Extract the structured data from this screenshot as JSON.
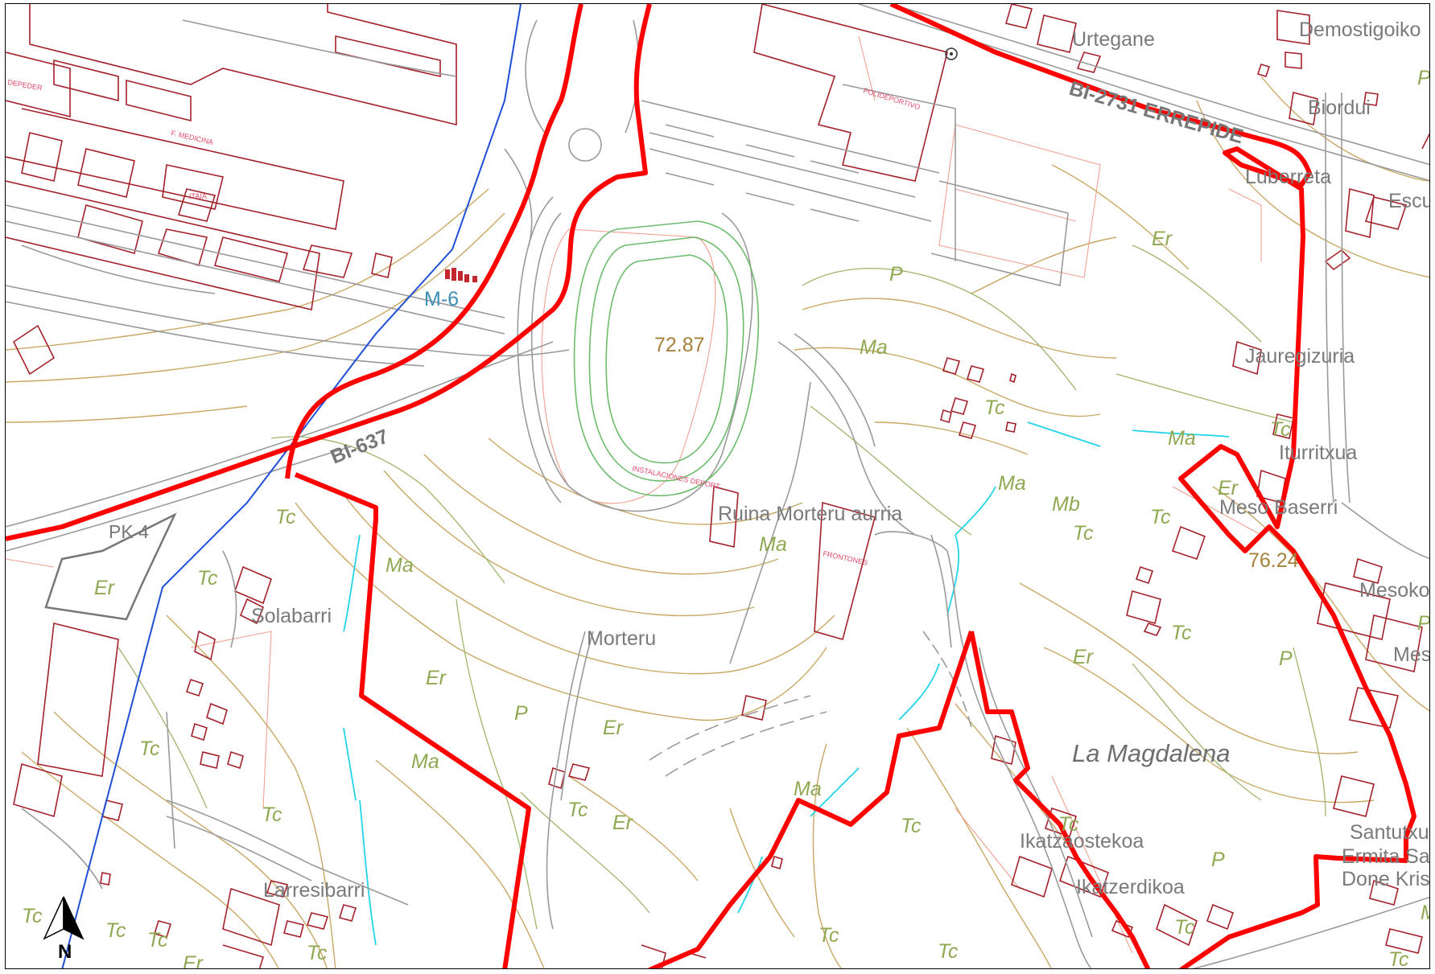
{
  "map": {
    "places": [
      {
        "id": "urtegane",
        "text": "Urtegane"
      },
      {
        "id": "demostigoiko",
        "text": "Demostigoiko"
      },
      {
        "id": "biordui",
        "text": "Biordui"
      },
      {
        "id": "luberreta",
        "text": "Luberreta"
      },
      {
        "id": "escue",
        "text": "Escue"
      },
      {
        "id": "jauregizuria",
        "text": "Jauregizuria"
      },
      {
        "id": "iturritxua",
        "text": "Iturritxua"
      },
      {
        "id": "meso-baserri",
        "text": "Meso Baserri"
      },
      {
        "id": "mesokot",
        "text": "Mesokot"
      },
      {
        "id": "meso",
        "text": "Meso"
      },
      {
        "id": "ruina-morteru",
        "text": "Ruina Morteru aurria"
      },
      {
        "id": "morteru",
        "text": "Morteru"
      },
      {
        "id": "solabarri",
        "text": "Solabarri"
      },
      {
        "id": "larresibarri",
        "text": "Larresibarri"
      },
      {
        "id": "ikatzaostekoa",
        "text": "Ikatzaostekoa"
      },
      {
        "id": "ikatzerdikoa",
        "text": "Ikatzerdikoa"
      },
      {
        "id": "santutxu",
        "text": "Santutxu"
      },
      {
        "id": "ermita",
        "text": "Ermita Sa"
      },
      {
        "id": "done-kristo",
        "text": "Done Kris"
      }
    ],
    "region_label": "La Magdalena",
    "roads": {
      "bi2731": "BI-2731 ERREPIDE",
      "bi637": "BI-637"
    },
    "pk_label": "PK 4",
    "m6_label": "M-6",
    "elevations": [
      "72.87",
      "76.24"
    ],
    "building_labels": [
      "POLIDEPORTIVO",
      "F. MEDICINA",
      "ITAIA",
      "INSTALACIONES DEPORT.",
      "FRONTONES",
      "DEPEDER"
    ],
    "land_codes": {
      "er": "Er",
      "tc": "Tc",
      "ma": "Ma",
      "mb": "Mb",
      "p": "P",
      "m": "M"
    },
    "north_arrow_label": "N",
    "colors": {
      "boundary": "#ff0000",
      "building": "#a3212a",
      "road": "#9a9a9a",
      "contour": "#c9a865",
      "vegetation": "#9db56b",
      "water": "#22d4e6",
      "line_blue": "#1f4fd6",
      "parcel": "#f0a090",
      "track": "#6dbb6d"
    }
  }
}
